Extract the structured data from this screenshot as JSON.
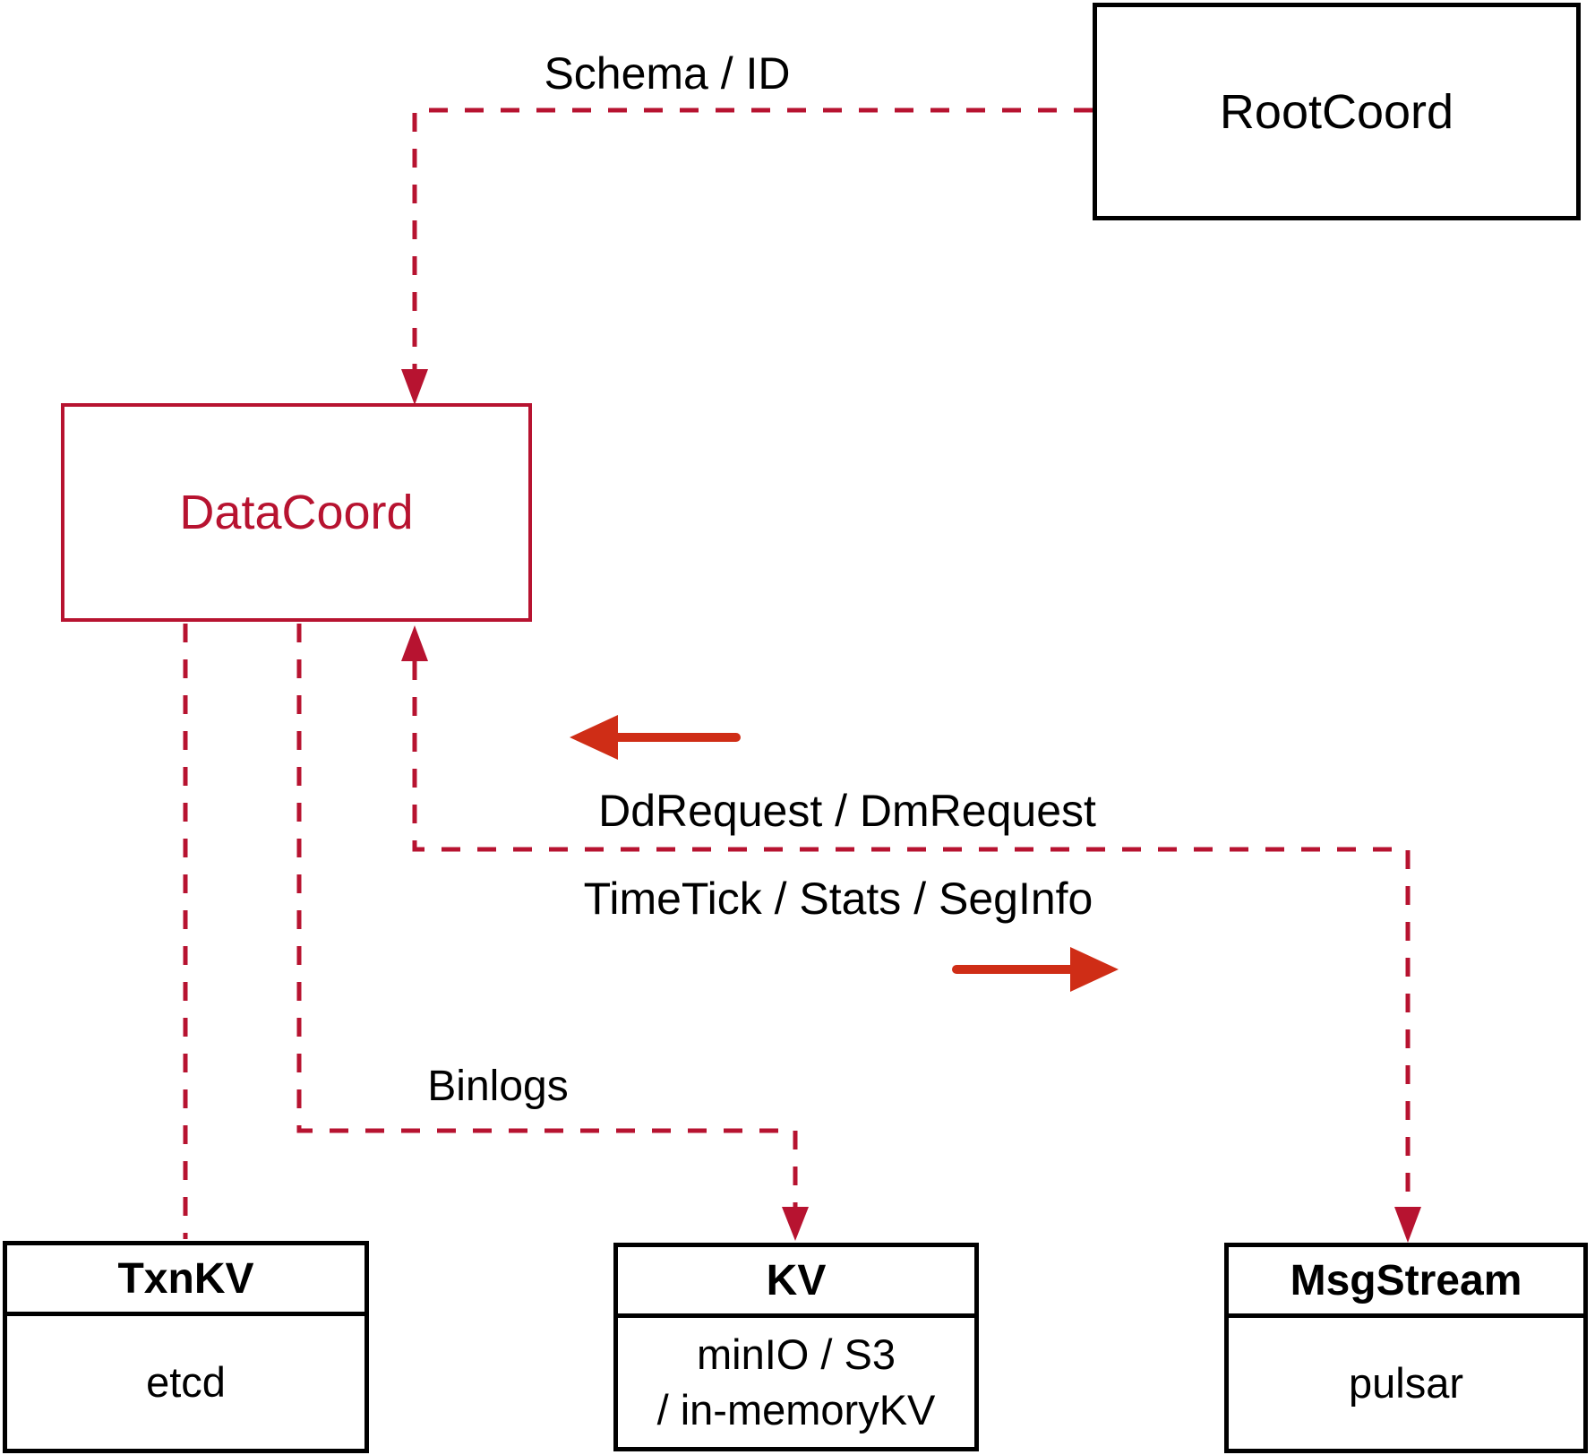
{
  "diagram": {
    "nodes": {
      "rootcoord": {
        "title": "RootCoord"
      },
      "datacoord": {
        "title": "DataCoord"
      },
      "txnkv": {
        "title": "TxnKV",
        "subtitle": "etcd"
      },
      "kv": {
        "title": "KV",
        "subtitle_line1": "minIO / S3",
        "subtitle_line2": "/ in-memoryKV"
      },
      "msgstream": {
        "title": "MsgStream",
        "subtitle": "pulsar"
      }
    },
    "edge_labels": {
      "schema_id": "Schema / ID",
      "dd_request": "DdRequest / DmRequest",
      "timetick": "TimeTick / Stats / SegInfo",
      "binlogs": "Binlogs"
    },
    "colors": {
      "dash_red": "#b71330",
      "box_red": "#b71330",
      "arrow_red": "#cf2d16",
      "text_black": "#000000",
      "border_black": "#000000",
      "background": "#ffffff"
    }
  }
}
